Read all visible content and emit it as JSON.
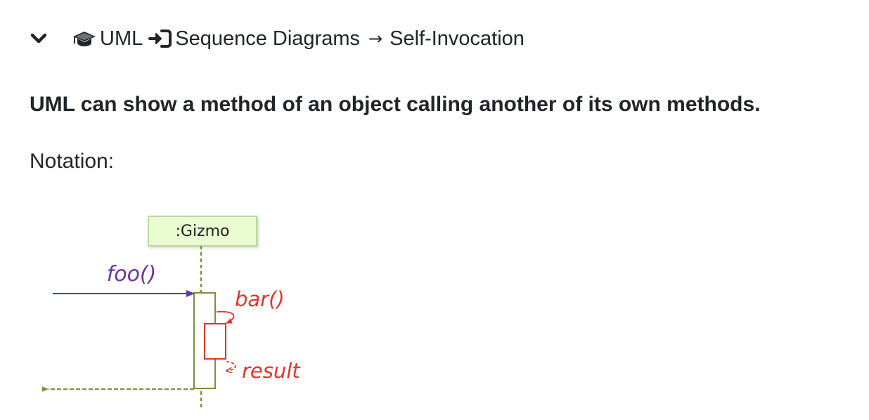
{
  "breadcrumb": {
    "items": [
      {
        "icon": "graduation-cap-icon",
        "label": "UML"
      },
      {
        "icon": "sign-in-icon",
        "label": "Sequence Diagrams"
      },
      {
        "separator": "→",
        "label": "Self-Invocation"
      }
    ]
  },
  "statement": "UML can show a method of an object calling another of its own methods.",
  "notation_label": "Notation:",
  "diagram": {
    "object_label": ":Gizmo",
    "incoming_message": "foo()",
    "self_message": "bar()",
    "self_return": "result",
    "colors": {
      "object_fill": "#eafcd0",
      "object_border": "#a8d08d",
      "lifeline": "#76923c",
      "incoming": "#7030a0",
      "self_call": "#e8332a"
    }
  }
}
